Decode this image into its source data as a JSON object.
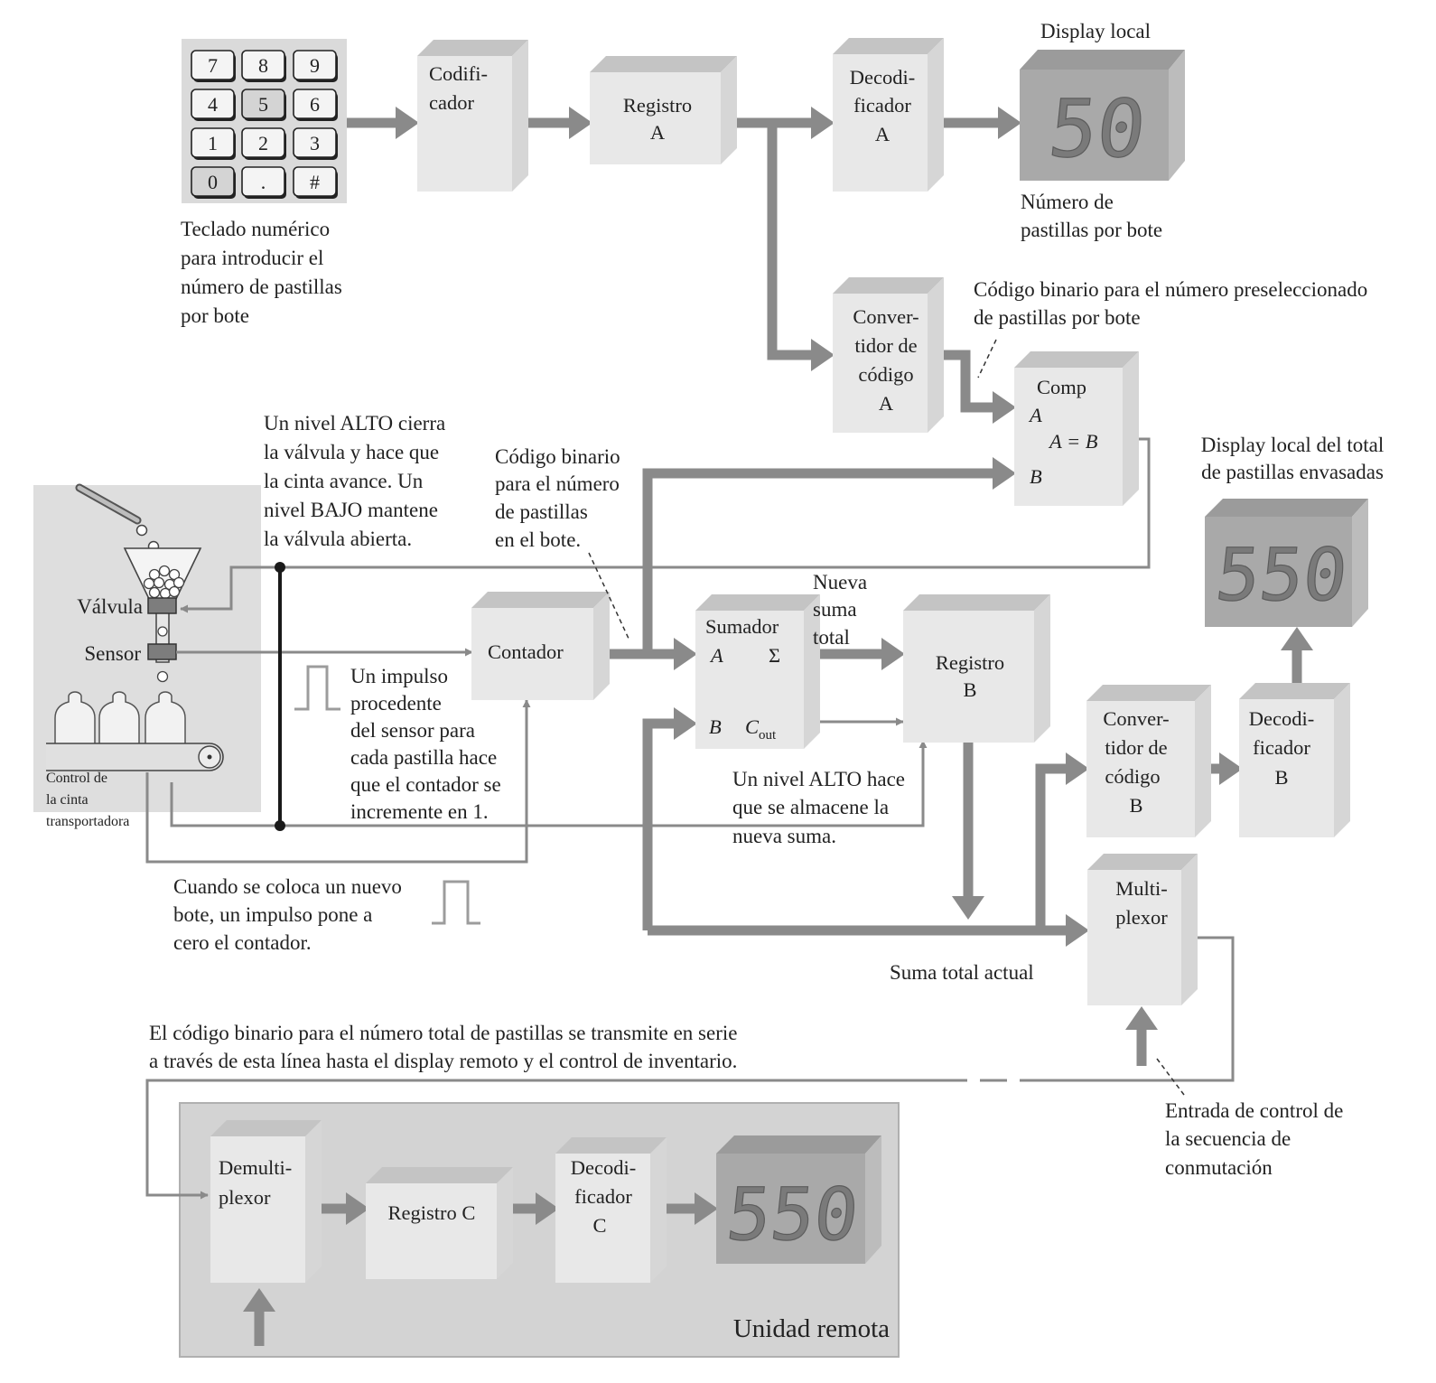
{
  "keypad": {
    "keys": [
      "7",
      "8",
      "9",
      "4",
      "5",
      "6",
      "1",
      "2",
      "3",
      "0",
      ".",
      "#"
    ],
    "caption": [
      "Teclado numérico",
      "para introducir el",
      "número de pastillas",
      "por bote"
    ]
  },
  "blocks": {
    "codificador": [
      "Codifi-",
      "cador"
    ],
    "registro_a": [
      "Registro",
      "A"
    ],
    "decodificador_a": [
      "Decodi-",
      "ficador",
      "A"
    ],
    "convertidor_a": [
      "Conver-",
      "tidor de",
      "código",
      "A"
    ],
    "comparador": {
      "title": "Comp",
      "in_a": "A",
      "out": "A = B",
      "in_b": "B"
    },
    "contador": [
      "Contador"
    ],
    "sumador": {
      "title": "Sumador",
      "in_a": "A",
      "sum": "Σ",
      "in_b": "B",
      "cout": "C",
      "cout_sub": "out"
    },
    "registro_b": [
      "Registro",
      "B"
    ],
    "convertidor_b": [
      "Conver-",
      "tidor de",
      "código",
      "B"
    ],
    "decodificador_b": [
      "Decodi-",
      "ficador",
      "B"
    ],
    "multiplexor": [
      "Multi-",
      "plexor"
    ],
    "demultiplexor": [
      "Demulti-",
      "plexor"
    ],
    "registro_c": [
      "Registro C"
    ],
    "decodificador_c": [
      "Decodi-",
      "ficador",
      "C"
    ]
  },
  "displays": {
    "local_title": "Display local",
    "local_value": "50",
    "local_caption": [
      "Número de",
      "pastillas por bote"
    ],
    "total_title": [
      "Display local del total",
      "de pastillas envasadas"
    ],
    "total_value": "550",
    "remote_value": "550"
  },
  "machine": {
    "valve_label": "Válvula",
    "sensor_label": "Sensor",
    "conveyor_label": [
      "Control de",
      "la cinta",
      "transportadora"
    ]
  },
  "annotations": {
    "binary_preset": [
      "Código binario para el número preseleccionado",
      "de pastillas por bote"
    ],
    "high_level_valve": [
      "Un nivel ALTO cierra",
      "la válvula y hace que",
      "la cinta avance. Un",
      "nivel BAJO mantene",
      "la válvula abierta."
    ],
    "binary_count": [
      "Código binario",
      "para el número",
      "de pastillas",
      "en el bote."
    ],
    "new_sum": [
      "Nueva",
      "suma",
      "total"
    ],
    "sensor_pulse": [
      "Un impulso",
      "procedente",
      "del sensor para",
      "cada pastilla hace",
      "que el contador se",
      "incremente en 1."
    ],
    "store_sum": [
      "Un nivel ALTO hace",
      "que se almacene la",
      "nueva suma."
    ],
    "reset_pulse": [
      "Cuando se coloca un nuevo",
      "bote, un impulso pone a",
      "cero el contador."
    ],
    "current_sum": "Suma total actual",
    "serial_line": [
      "El código binario para el número total de pastillas se transmite en serie",
      "a través de esta línea hasta el display remoto y el control de inventario."
    ],
    "control_input": [
      "Entrada de control de",
      "la secuencia de",
      "conmutación"
    ],
    "remote_unit": "Unidad remota"
  },
  "colors": {
    "block_front": "#e8e8e8",
    "block_top": "#c4c4c4",
    "block_side": "#d6d6d6",
    "bus_arrow": "#8a8a8a",
    "display_face": "#a9a9a9",
    "remote_panel": "#d3d3d3"
  }
}
